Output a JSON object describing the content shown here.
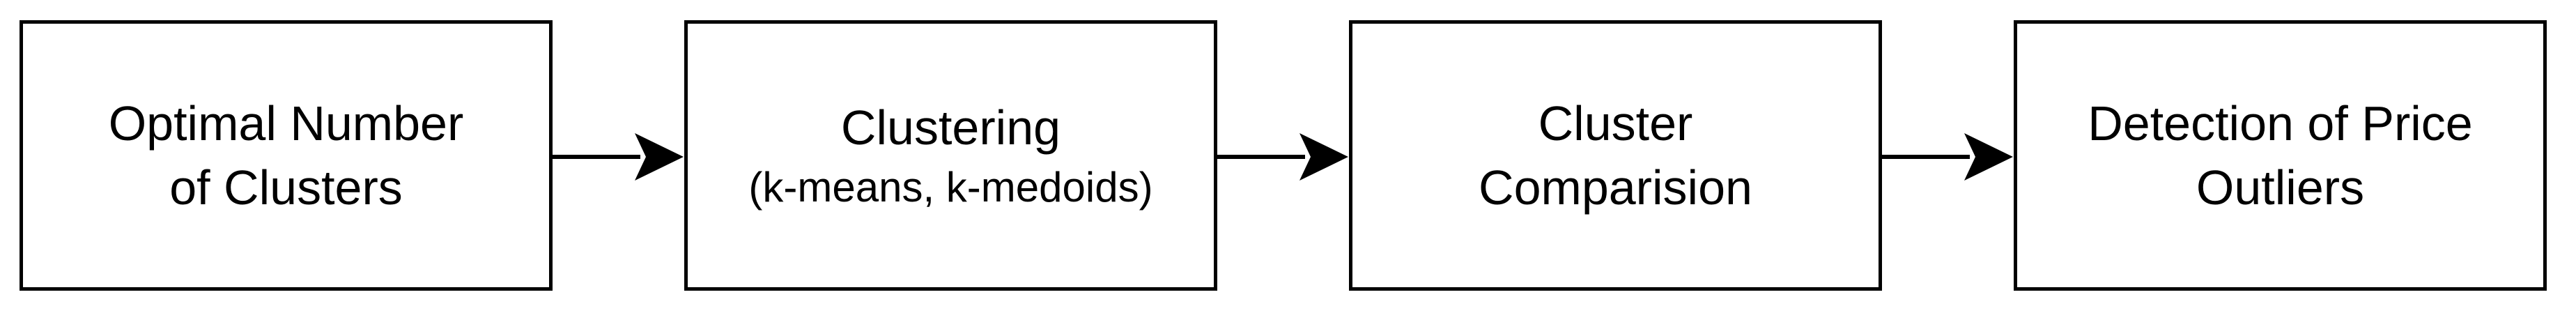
{
  "diagram": {
    "nodes": [
      {
        "lines": [
          "Optimal Number",
          "of Clusters"
        ],
        "sub": ""
      },
      {
        "lines": [
          "Clustering"
        ],
        "sub": "(k-means, k-medoids)"
      },
      {
        "lines": [
          "Cluster",
          "Comparision"
        ],
        "sub": ""
      },
      {
        "lines": [
          "Detection of Price",
          "Outliers"
        ],
        "sub": ""
      }
    ],
    "edges": [
      {
        "from": 0,
        "to": 1
      },
      {
        "from": 1,
        "to": 2
      },
      {
        "from": 2,
        "to": 3
      }
    ]
  }
}
